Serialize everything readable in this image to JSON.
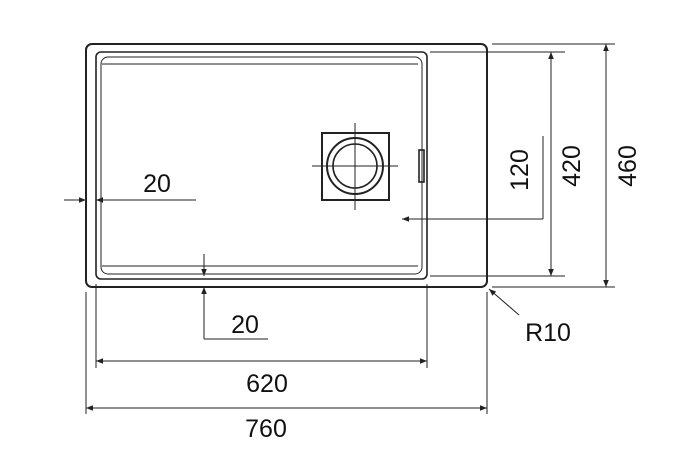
{
  "dimensions": {
    "overall_width": "760",
    "overall_height": "460",
    "bowl_width": "620",
    "bowl_height": "420",
    "waste_offset": "120",
    "left_margin": "20",
    "bottom_margin": "20",
    "corner_radius": "R10"
  }
}
